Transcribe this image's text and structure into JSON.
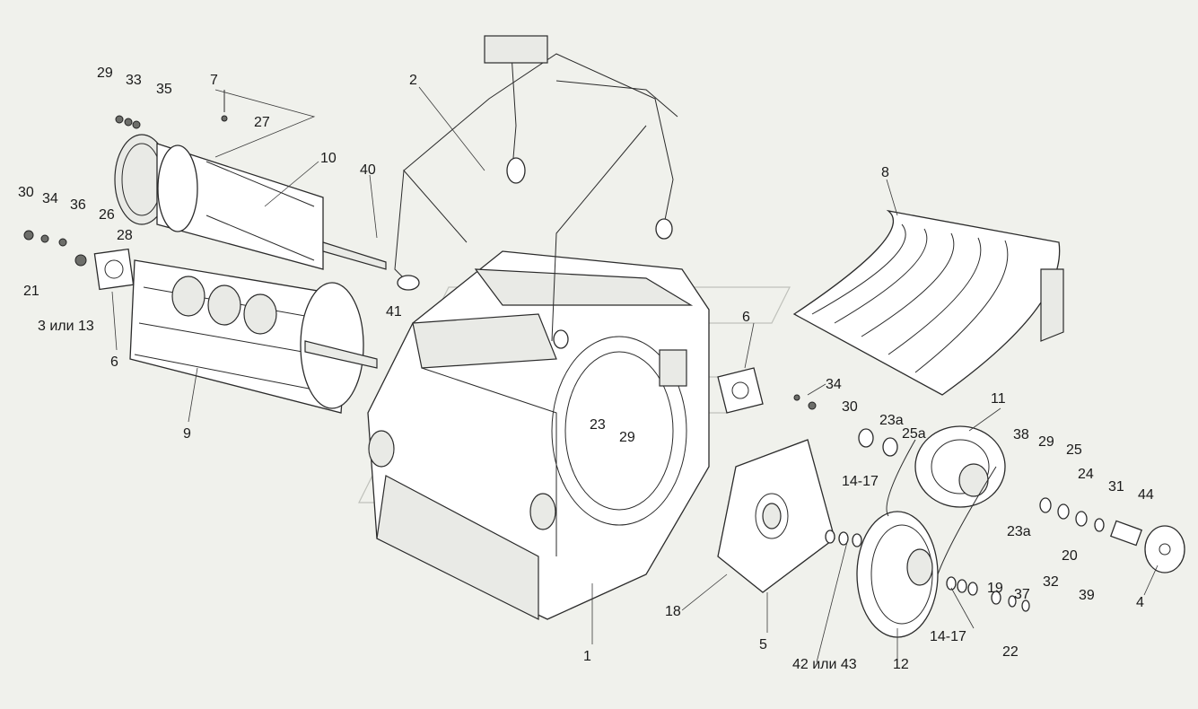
{
  "diagram": {
    "callouts": [
      {
        "id": "c1",
        "text": "29"
      },
      {
        "id": "c2",
        "text": "33"
      },
      {
        "id": "c3",
        "text": "35"
      },
      {
        "id": "c4",
        "text": "7"
      },
      {
        "id": "c5",
        "text": "27"
      },
      {
        "id": "c6",
        "text": "2"
      },
      {
        "id": "c7",
        "text": "10"
      },
      {
        "id": "c8",
        "text": "40"
      },
      {
        "id": "c9",
        "text": "30"
      },
      {
        "id": "c10",
        "text": "34"
      },
      {
        "id": "c11",
        "text": "36"
      },
      {
        "id": "c12",
        "text": "26"
      },
      {
        "id": "c13",
        "text": "28"
      },
      {
        "id": "c14",
        "text": "21"
      },
      {
        "id": "c15",
        "text": "3 или 13"
      },
      {
        "id": "c16",
        "text": "6"
      },
      {
        "id": "c17",
        "text": "9"
      },
      {
        "id": "c18",
        "text": "41"
      },
      {
        "id": "c19",
        "text": "8"
      },
      {
        "id": "c20",
        "text": "6"
      },
      {
        "id": "c21",
        "text": "34"
      },
      {
        "id": "c22",
        "text": "30"
      },
      {
        "id": "c23",
        "text": "11"
      },
      {
        "id": "c24",
        "text": "23"
      },
      {
        "id": "c25",
        "text": "29"
      },
      {
        "id": "c26",
        "text": "23а"
      },
      {
        "id": "c27",
        "text": "25а"
      },
      {
        "id": "c28",
        "text": "38"
      },
      {
        "id": "c29",
        "text": "29"
      },
      {
        "id": "c30",
        "text": "25"
      },
      {
        "id": "c31",
        "text": "24"
      },
      {
        "id": "c32",
        "text": "31"
      },
      {
        "id": "c33",
        "text": "44"
      },
      {
        "id": "c34",
        "text": "14-17"
      },
      {
        "id": "c35",
        "text": "23а"
      },
      {
        "id": "c36",
        "text": "20"
      },
      {
        "id": "c37",
        "text": "19"
      },
      {
        "id": "c38",
        "text": "37"
      },
      {
        "id": "c39",
        "text": "32"
      },
      {
        "id": "c40",
        "text": "39"
      },
      {
        "id": "c41",
        "text": "4"
      },
      {
        "id": "c42",
        "text": "18"
      },
      {
        "id": "c43",
        "text": "5"
      },
      {
        "id": "c44",
        "text": "14-17"
      },
      {
        "id": "c45",
        "text": "42 или 43"
      },
      {
        "id": "c46",
        "text": "12"
      },
      {
        "id": "c47",
        "text": "22"
      },
      {
        "id": "c48",
        "text": "1"
      }
    ]
  }
}
